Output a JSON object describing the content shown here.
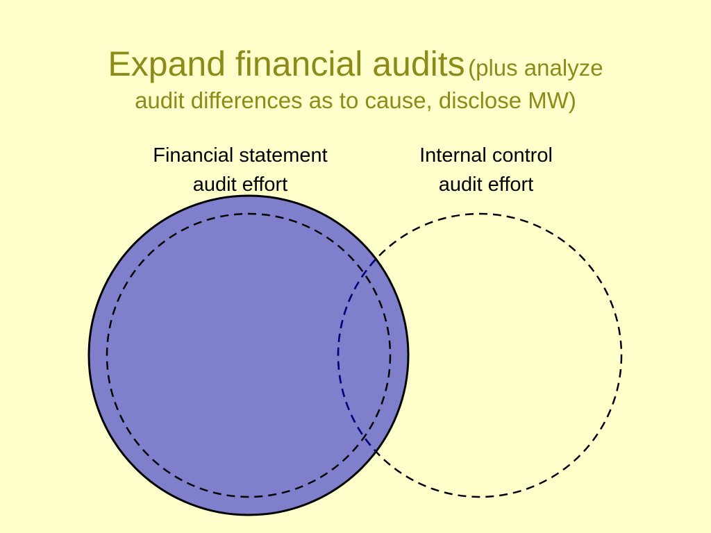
{
  "title": {
    "main": "Expand financial audits",
    "paren_line1": "(plus analyze",
    "paren_line2": "audit differences as to cause, disclose MW)"
  },
  "labels": {
    "financial_statement": {
      "line1": "Financial statement",
      "line2": "audit effort"
    },
    "internal_control": {
      "line1": "Internal control",
      "line2": "audit effort"
    }
  },
  "colors": {
    "background": "#FFFFCC",
    "title": "#8B8B1A",
    "filled_circle": "#7F7FCC",
    "outline": "#000000",
    "overlap_dash": "#000080"
  }
}
